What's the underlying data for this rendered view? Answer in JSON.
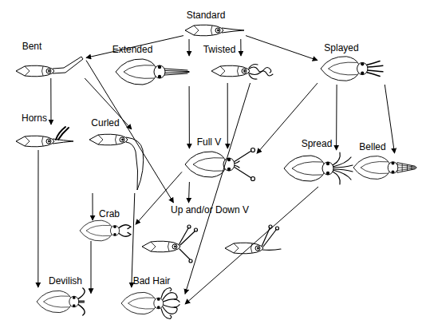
{
  "diagram": {
    "nodes": [
      {
        "text": [
          "Standard"
        ]
      },
      {
        "text": [
          "Bent"
        ]
      },
      {
        "text": [
          "Extended"
        ]
      },
      {
        "text": [
          "Twisted"
        ]
      },
      {
        "text": [
          "Splayed"
        ]
      },
      {
        "text": [
          "Horns"
        ]
      },
      {
        "text": [
          "Curled"
        ]
      },
      {
        "text": [
          "Full V"
        ]
      },
      {
        "text": [
          "Spread"
        ]
      },
      {
        "text": [
          "Belled"
        ]
      },
      {
        "text": [
          "Crab"
        ]
      },
      {
        "text": [
          "Up and/or Down V"
        ]
      },
      {
        "text": [
          "Devilish"
        ]
      },
      {
        "text": [
          "Bad Hair"
        ]
      }
    ],
    "edges": [
      {
        "from": 0,
        "to": 1,
        "arrow": "to"
      },
      {
        "from": 0,
        "to": 2,
        "arrow": "to"
      },
      {
        "from": 0,
        "to": 3,
        "arrow": "to"
      },
      {
        "from": 0,
        "to": 4,
        "arrow": "to"
      },
      {
        "from": 1,
        "to": 5,
        "arrow": "to"
      },
      {
        "from": 1,
        "to": 6,
        "arrow": "to"
      },
      {
        "from": 1,
        "to": 11,
        "arrow": "to"
      },
      {
        "from": 2,
        "to": 7,
        "arrow": "to"
      },
      {
        "from": 3,
        "to": 7,
        "arrow": "to"
      },
      {
        "from": 3,
        "to": 13,
        "arrow": "to"
      },
      {
        "from": 4,
        "to": 7,
        "arrow": "to"
      },
      {
        "from": 4,
        "to": 8,
        "arrow": "to"
      },
      {
        "from": 4,
        "to": 9,
        "arrow": "to"
      },
      {
        "from": 5,
        "to": 12,
        "arrow": "to"
      },
      {
        "from": 6,
        "to": 10,
        "arrow": "to"
      },
      {
        "from": 6,
        "to": 13,
        "arrow": "to"
      },
      {
        "from": 7,
        "to": 10,
        "arrow": "to"
      },
      {
        "from": 7,
        "to": 11,
        "arrow": "to"
      },
      {
        "from": 10,
        "to": 12,
        "arrow": "to"
      },
      {
        "from": 8,
        "to": 13,
        "arrow": "to"
      }
    ]
  }
}
